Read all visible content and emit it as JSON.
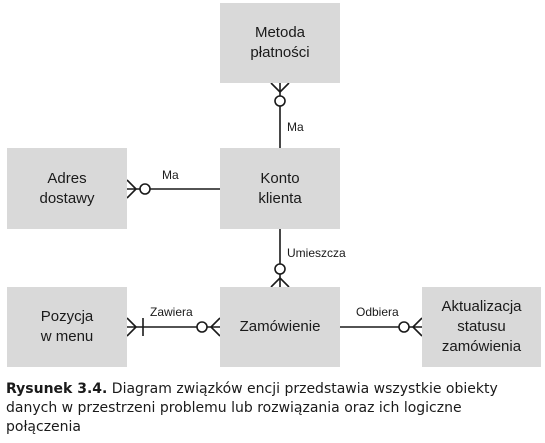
{
  "entities": {
    "metoda": "Metoda\npłatności",
    "adres": "Adres\ndostawy",
    "konto": "Konto\nklienta",
    "pozycja": "Pozycja\nw menu",
    "zamowienie": "Zamówienie",
    "aktualizacja": "Aktualizacja\nstatusu\nzamówienia"
  },
  "relations": {
    "ma_top": "Ma",
    "ma_left": "Ma",
    "umieszcza": "Umieszcza",
    "zawiera": "Zawiera",
    "odbiera": "Odbiera"
  },
  "caption": {
    "label": "Rysunek 3.4.",
    "text": " Diagram związków encji przedstawia wszystkie obiekty danych w przestrzeni problemu lub rozwiązania oraz ich logiczne połączenia"
  }
}
